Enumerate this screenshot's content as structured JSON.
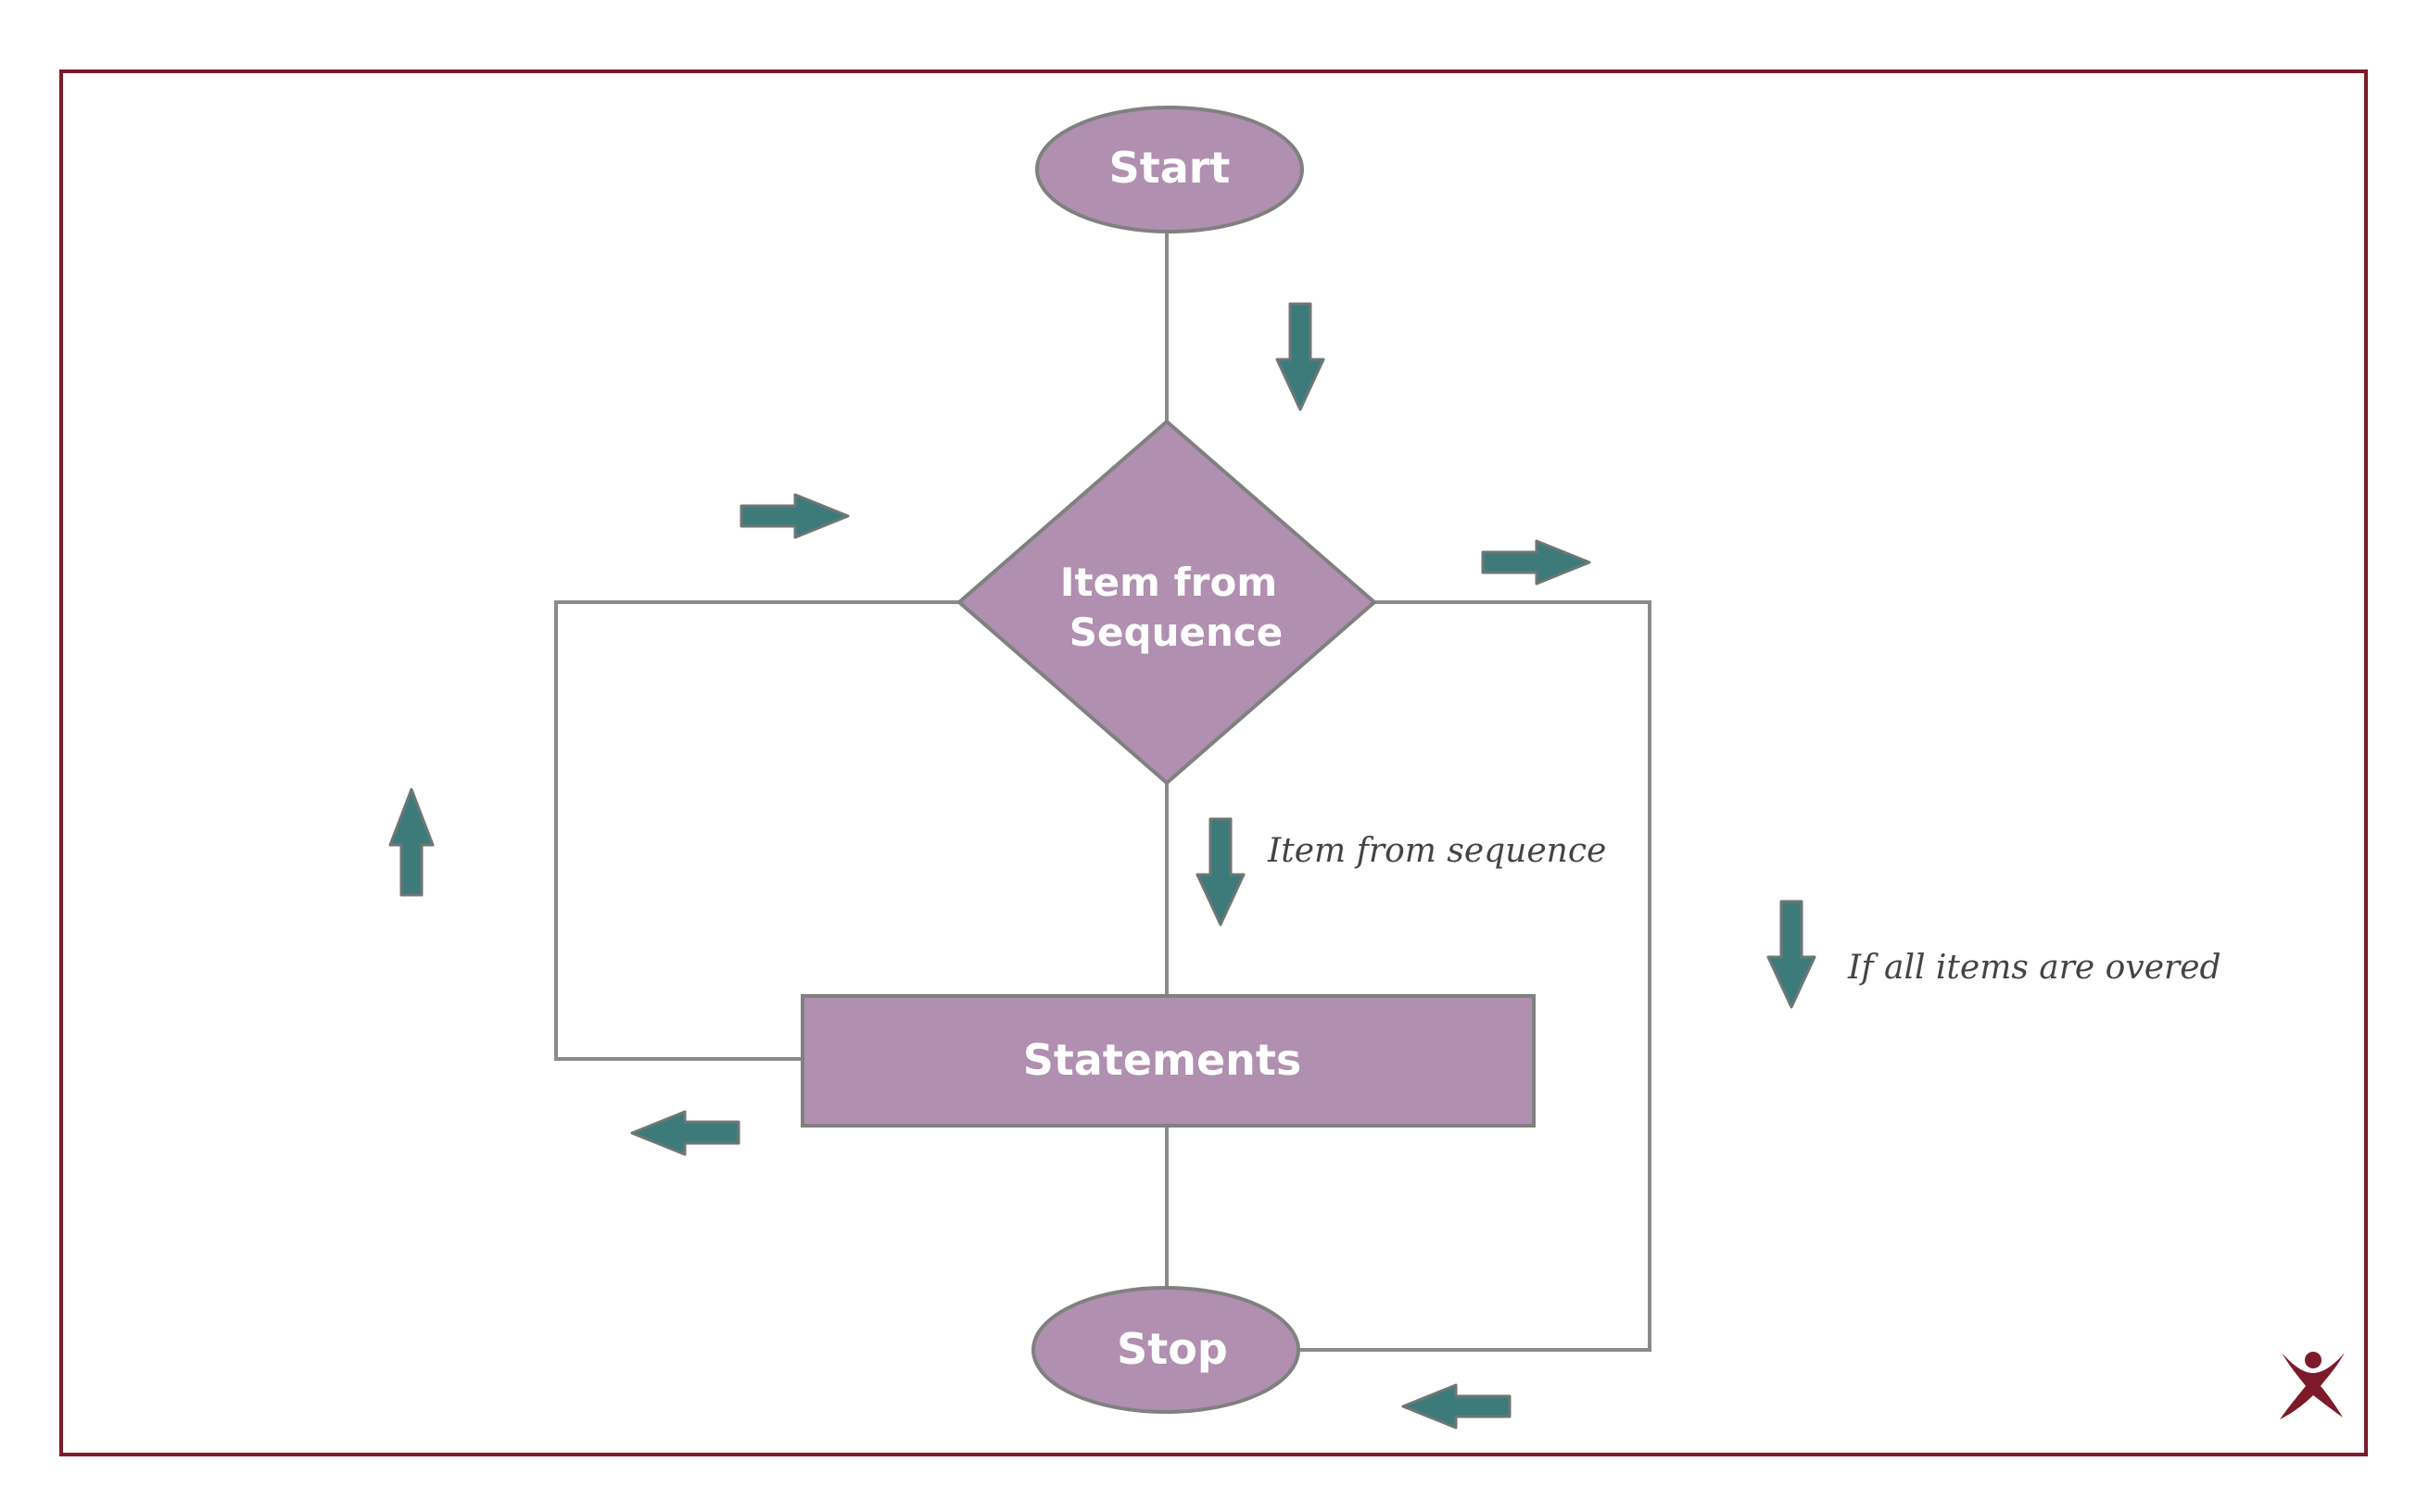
{
  "diagram": {
    "nodes": {
      "start": "Start",
      "decision_line1": "Item from",
      "decision_line2": "Sequence",
      "statements": "Statements",
      "stop": "Stop"
    },
    "notes": {
      "item_branch": "Item from sequence",
      "done_branch": "If all items are overed"
    },
    "colors": {
      "node_fill": "#b08fb0",
      "node_stroke": "#808080",
      "connector": "#8a8a8a",
      "arrow_fill": "#3d7b7b",
      "frame": "#7d1a2a"
    },
    "icons": {
      "logo": "person-logo-icon"
    }
  }
}
